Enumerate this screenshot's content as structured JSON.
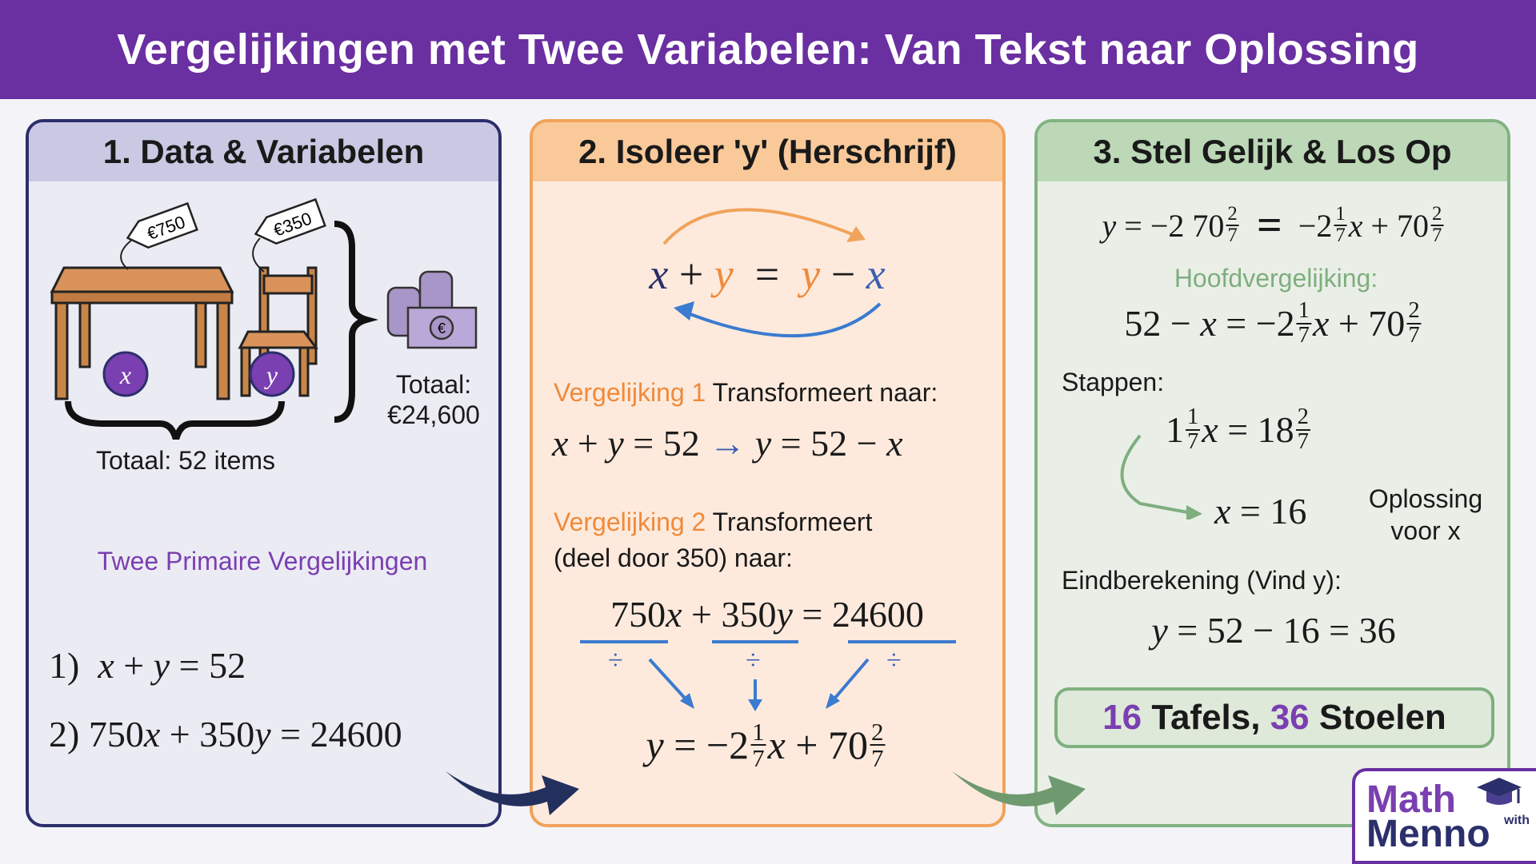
{
  "title": "Vergelijkingen met Twee Variabelen: Van Tekst naar Oplossing",
  "colors": {
    "header": "#6a2fa0",
    "panel1": "#2b2f6b",
    "panel2": "#f0a35a",
    "panel3": "#82b282",
    "orange": "#f08a3a",
    "blue": "#3b7bd0",
    "purple": "#7a3fb0",
    "green": "#7fae7f"
  },
  "panel1": {
    "title": "1. Data & Variabelen",
    "table_price": "€750",
    "chair_price": "€350",
    "var_x": "x",
    "var_y": "y",
    "total_items": "Totaal: 52 items",
    "total_money_label": "Totaal:",
    "total_money": "€24,600",
    "subtitle": "Twee Primaire Vergelijkingen",
    "eq1": [
      "1)  ",
      {
        "i": "x"
      },
      " + ",
      {
        "i": "y"
      },
      " = 52"
    ],
    "eq2": [
      "2) 750",
      {
        "i": "x"
      },
      " + 350",
      {
        "i": "y"
      },
      " = 24600"
    ]
  },
  "panel2": {
    "title": "2. Isoleer 'y' (Herschrijf)",
    "swap_eq": [
      {
        "i": "x",
        "c": "navy"
      },
      " + ",
      {
        "i": "y",
        "c": "orange"
      },
      "  =  ",
      {
        "i": "y",
        "c": "orange"
      },
      " − ",
      {
        "i": "x",
        "c": "blue"
      }
    ],
    "v1_label": "Vergelijking 1",
    "v1_text": " Transformeert naar:",
    "v1_eq": [
      {
        "i": "x"
      },
      " + ",
      {
        "i": "y"
      },
      " = 52 ",
      {
        "t": "→",
        "c": "blue"
      },
      " ",
      {
        "i": "y"
      },
      " = 52 − ",
      {
        "i": "x"
      }
    ],
    "v2_label": "Vergelijking 2",
    "v2_text": " Transformeert",
    "v2_text2": "(deel door 350) naar:",
    "v2_eq": [
      "750",
      {
        "i": "x"
      },
      " + 350",
      {
        "i": "y"
      },
      " = 24600"
    ],
    "divide": "÷",
    "final_eq": [
      {
        "i": "y"
      },
      " = −2",
      {
        "n": "1",
        "d": "7"
      },
      {
        "i": "x"
      },
      " + 70",
      {
        "n": "2",
        "d": "7"
      }
    ]
  },
  "panel3": {
    "title": "3. Stel Gelijk & Los Op",
    "eq_top": [
      {
        "i": "y"
      },
      " = −2 70",
      {
        "n": "2",
        "d": "7"
      },
      "  ",
      {
        "t": "=",
        "b": true
      },
      "  −2",
      {
        "n": "1",
        "d": "7"
      },
      {
        "i": "x"
      },
      " + 70",
      {
        "n": "2",
        "d": "7"
      }
    ],
    "main_label": "Hoofdvergelijking:",
    "main_eq": [
      "52 − ",
      {
        "i": "x"
      },
      " = −2",
      {
        "n": "1",
        "d": "7"
      },
      {
        "i": "x"
      },
      " + 70",
      {
        "n": "2",
        "d": "7"
      }
    ],
    "steps_label": "Stappen:",
    "step1": [
      "1",
      {
        "n": "1",
        "d": "7"
      },
      {
        "i": "x"
      },
      " = 18",
      {
        "n": "2",
        "d": "7"
      }
    ],
    "step2": [
      {
        "i": "x"
      },
      " = 16"
    ],
    "solution_label": "Oplossing",
    "solution_label2": "voor x",
    "final_label": "Eindberekening (Vind y):",
    "final_eq": [
      {
        "i": "y"
      },
      " = 52 − 16 = 36"
    ],
    "result_tables": "16",
    "result_tables_word": " Tafels, ",
    "result_chairs": "36",
    "result_chairs_word": " Stoelen"
  },
  "logo": {
    "line1": "Math",
    "with": "with",
    "line2": "Menno"
  }
}
